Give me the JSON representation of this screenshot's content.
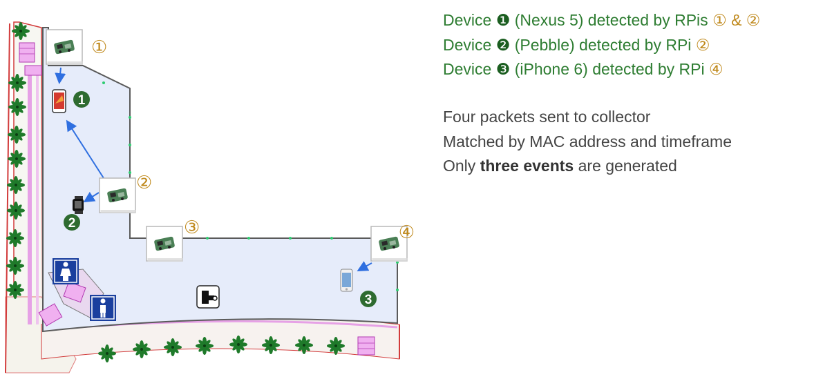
{
  "legend": {
    "lines": [
      {
        "prefix": "Device",
        "num": "❶",
        "desc": "(Nexus 5) detected by RPis",
        "rpis": "① & ②"
      },
      {
        "prefix": "Device",
        "num": "❷",
        "desc": "(Pebble) detected by RPi",
        "rpis": "②"
      },
      {
        "prefix": "Device",
        "num": "❸",
        "desc": "(iPhone 6) detected by RPi",
        "rpis": "④"
      }
    ]
  },
  "notes": {
    "line1": "Four packets sent to collector",
    "line2": "Matched by MAC address and timeframe",
    "line3_prefix": "Only",
    "line3_bold": "three events",
    "line3_suffix": "are generated"
  },
  "map": {
    "rpi_labels": [
      "①",
      "②",
      "③",
      "④"
    ],
    "device_numbers": [
      "1",
      "2",
      "3"
    ],
    "colors": {
      "floor": "#e6ecfa",
      "wall": "#5a5a5a",
      "device_badge": "#2e6b30",
      "arrow": "#2f6fe0",
      "rpi_label": "#c08a1e",
      "legend_text": "#2e7d32"
    },
    "icons": [
      "raspberry-pi-icon",
      "smartphone-icon",
      "smartwatch-icon",
      "iphone-icon",
      "restroom-icon",
      "elevator-icon",
      "palm-tree-icon"
    ]
  }
}
